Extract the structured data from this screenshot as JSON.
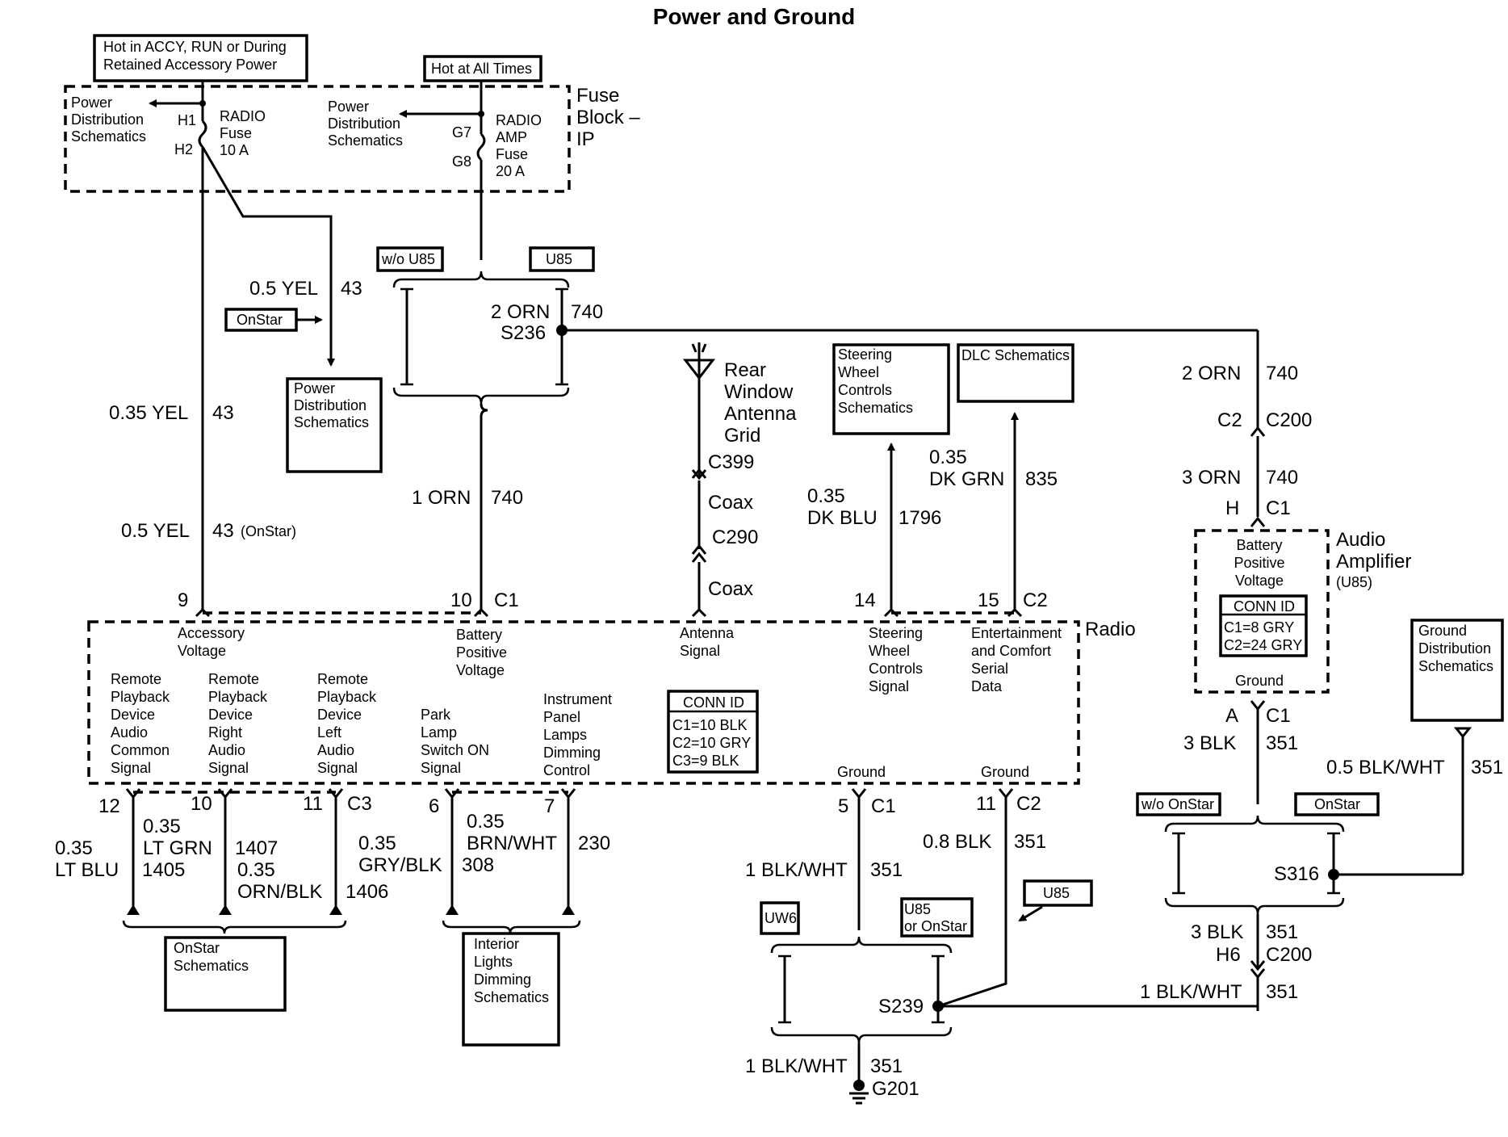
{
  "title": "Power and Ground",
  "hot_accy": [
    "Hot in ACCY, RUN or During",
    "Retained Accessory Power"
  ],
  "hot_all": "Hot at All Times",
  "fuse_block": [
    "Fuse",
    "Block –",
    "IP"
  ],
  "pds_left": [
    "Power",
    "Distribution",
    "Schematics"
  ],
  "pds_mid": [
    "Power",
    "Distribution",
    "Schematics"
  ],
  "pds_box": [
    "Power",
    "Distribution",
    "Schematics"
  ],
  "h1": "H1",
  "h2": "H2",
  "radio_fuse": [
    "RADIO",
    "Fuse",
    "10 A"
  ],
  "g7": "G7",
  "g8": "G8",
  "amp_fuse": [
    "RADIO",
    "AMP",
    "Fuse",
    "20 A"
  ],
  "wo_u85": "w/o U85",
  "u85_top": "U85",
  "w_05yel_a": "0.5 YEL",
  "c_43_a": "43",
  "onstar_tag": "OnStar",
  "w_2orn": "2 ORN",
  "c_740_a": "740",
  "s236": "S236",
  "w_035yel": "0.35 YEL",
  "c_43_b": "43",
  "w_1orn": "1 ORN",
  "c_740_b": "740",
  "w_05yel_b": "0.5 YEL",
  "c_43_c": "43",
  "c_43_c_note": "(OnStar)",
  "antenna": [
    "Rear",
    "Window",
    "Antenna",
    "Grid"
  ],
  "c399": "C399",
  "coax_a": "Coax",
  "c290": "C290",
  "coax_b": "Coax",
  "swc_box": [
    "Steering",
    "Wheel",
    "Controls",
    "Schematics"
  ],
  "dlc_box": "DLC Schematics",
  "w_035dkgrn": [
    "0.35",
    "DK GRN"
  ],
  "c_835": "835",
  "w_035dkblu": [
    "0.35",
    "DK BLU"
  ],
  "c_1796": "1796",
  "w_2orn_r": "2 ORN",
  "c_740_c": "740",
  "c2_r": "C2",
  "c200_r": "C200",
  "w_3orn": "3 ORN",
  "c_740_d": "740",
  "h_r": "H",
  "c1_r": "C1",
  "amp_title": [
    "Audio",
    "Amplifier"
  ],
  "amp_u85": "(U85)",
  "amp_batt": [
    "Battery",
    "Positive",
    "Voltage"
  ],
  "amp_connid": "CONN ID",
  "amp_c1": "C1=8 GRY",
  "amp_c2": "C2=24 GRY",
  "amp_ground": "Ground",
  "a_r": "A",
  "c1_r2": "C1",
  "w_3blk": "3 BLK",
  "c_351_a": "351",
  "gds_box": [
    "Ground",
    "Distribution",
    "Schematics"
  ],
  "w_05blkwht": "0.5 BLK/WHT",
  "c_351_b": "351",
  "wo_onstar": "w/o OnStar",
  "onstar_r": "OnStar",
  "s316": "S316",
  "w_3blk_b": "3 BLK",
  "c_351_c": "351",
  "h6": "H6",
  "c200_b": "C200",
  "w_1blkwht_r": "1 BLK/WHT",
  "c_351_d": "351",
  "radio": "Radio",
  "pin9": "9",
  "pin10": "10",
  "c1_top": "C1",
  "pin14": "14",
  "pin15": "15",
  "c2_top": "C2",
  "acc_v": [
    "Accessory",
    "Voltage"
  ],
  "batt_v": [
    "Battery",
    "Positive",
    "Voltage"
  ],
  "ant_sig": [
    "Antenna",
    "Signal"
  ],
  "swc_sig": [
    "Steering",
    "Wheel",
    "Controls",
    "Signal"
  ],
  "ent": [
    "Entertainment",
    "and Comfort",
    "Serial",
    "Data"
  ],
  "rpd_common": [
    "Remote",
    "Playback",
    "Device",
    "Audio",
    "Common",
    "Signal"
  ],
  "rpd_right": [
    "Remote",
    "Playback",
    "Device",
    "Right",
    "Audio",
    "Signal"
  ],
  "rpd_left": [
    "Remote",
    "Playback",
    "Device",
    "Left",
    "Audio",
    "Signal"
  ],
  "park": [
    "Park",
    "Lamp",
    "Switch ON",
    "Signal"
  ],
  "ipl": [
    "Instrument",
    "Panel",
    "Lamps",
    "Dimming",
    "Control"
  ],
  "connid": "CONN ID",
  "conn_c1": "C1=10 BLK",
  "conn_c2": "C2=10 GRY",
  "conn_c3": "C3=9 BLK",
  "gnd_a": "Ground",
  "gnd_b": "Ground",
  "pin12": "12",
  "pin10b": "10",
  "pin11": "11",
  "c3": "C3",
  "pin6": "6",
  "pin7": "7",
  "pin5": "5",
  "c1_bot": "C1",
  "pin11b": "11",
  "c2_bot": "C2",
  "w_035ltblu": [
    "0.35",
    "LT BLU"
  ],
  "c_1405": "1405",
  "w_035ltgrn": [
    "0.35",
    "LT GRN"
  ],
  "c_1407": "1407",
  "w_035ornblk": [
    "0.35",
    "ORN/BLK"
  ],
  "c_1406": "1406",
  "w_035gryblk": [
    "0.35",
    "GRY/BLK"
  ],
  "c_308": "308",
  "w_035brnwht": [
    "0.35",
    "BRN/WHT"
  ],
  "c_230": "230",
  "w_1blkwht": "1 BLK/WHT",
  "c_351_e": "351",
  "w_08blk": "0.8 BLK",
  "c_351_f": "351",
  "onstar_sch": [
    "OnStar",
    "Schematics"
  ],
  "ild_sch": [
    "Interior",
    "Lights",
    "Dimming",
    "Schematics"
  ],
  "uw6": "UW6",
  "u85_onstar": [
    "U85",
    "or OnStar"
  ],
  "u85_b": "U85",
  "s239": "S239",
  "w_1blkwht_b": "1 BLK/WHT",
  "c_351_g": "351",
  "g201": "G201"
}
